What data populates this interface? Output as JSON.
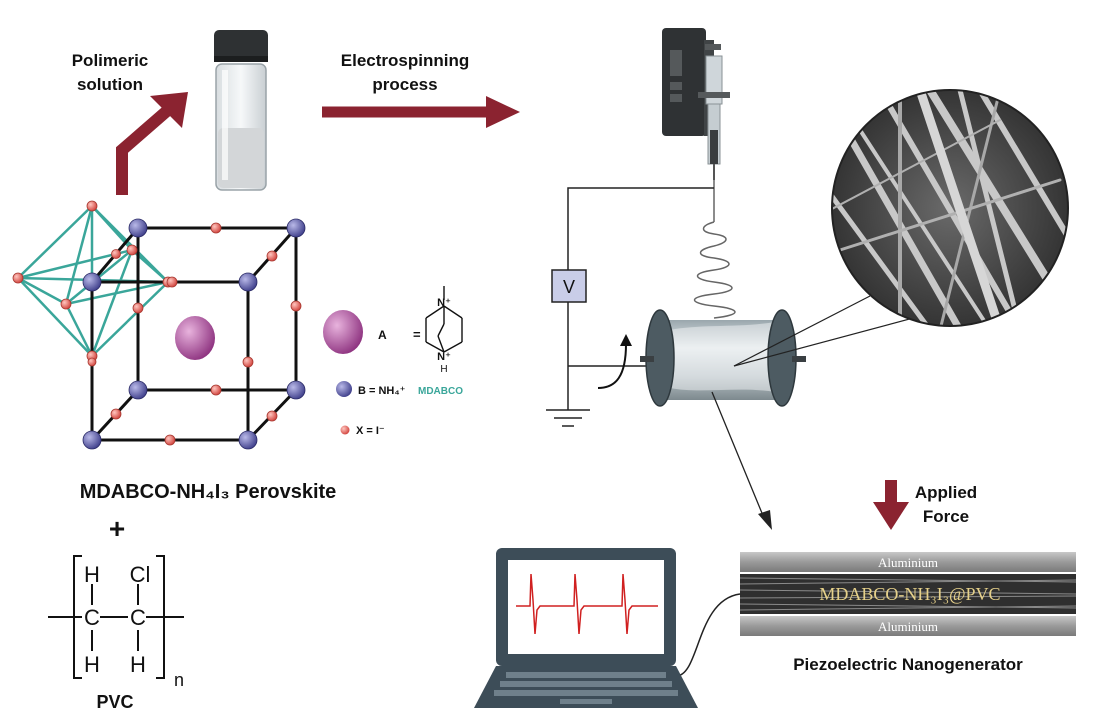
{
  "labels": {
    "polimeric_solution": [
      "Polimeric",
      "solution"
    ],
    "electrospinning_process": [
      "Electrospinning",
      "process"
    ],
    "perovskite_title": "MDABCO-NH₄I₃ Perovskite",
    "plus": "+",
    "pvc": "PVC",
    "applied_force": [
      "Applied",
      "Force"
    ],
    "nanogenerator": "Piezoelectric Nanogenerator"
  },
  "legend": {
    "a_label": "A",
    "equals": "=",
    "b_label": "B = NH₄⁺",
    "x_label": "X = I⁻",
    "mdabco": "MDABCO",
    "n_plus_top": "N⁺",
    "n_plus_bottom": "N⁺",
    "h_bottom": "H"
  },
  "pvc_structure": {
    "top_left": "H",
    "top_right": "Cl",
    "mid_left": "C",
    "mid_right": "C",
    "bottom_left": "H",
    "bottom_right": "H",
    "subscript": "n"
  },
  "circuit": {
    "voltage_symbol": "V"
  },
  "device": {
    "top_layer": "Aluminium",
    "middle_layer": "MDABCO-NH₃I₃@PVC",
    "bottom_layer": "Aluminium"
  },
  "colors": {
    "arrow_red": "#8b2330",
    "octahedron": "#3aa69a",
    "b_site": "#5a5aa6",
    "a_site": "#a64c9a",
    "x_site": "#e05a52",
    "mdabco": "#3aa69a",
    "signal": "#d02020",
    "device_text": "#e6d18a"
  }
}
